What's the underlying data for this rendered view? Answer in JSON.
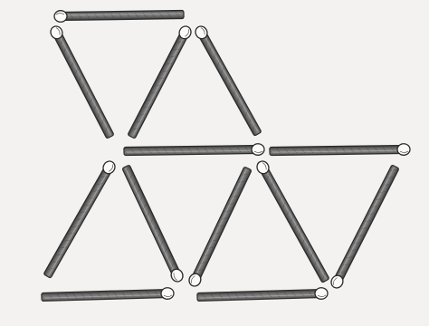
{
  "puzzle": {
    "description_icon": "matchstick-icon",
    "matchsticks": [
      {
        "id": "top-horizontal",
        "head": "left"
      },
      {
        "id": "upper-left-diagonal",
        "head": "top"
      },
      {
        "id": "upper-middle-diagonal",
        "head": "top"
      },
      {
        "id": "upper-right-diagonal",
        "head": "top"
      },
      {
        "id": "middle-horizontal-left",
        "head": "right"
      },
      {
        "id": "middle-horizontal-right",
        "head": "right"
      },
      {
        "id": "lower-left-outer-diagonal",
        "head": "top"
      },
      {
        "id": "lower-left-inner-diagonal",
        "head": "bottom"
      },
      {
        "id": "lower-middle-diagonal",
        "head": "bottom"
      },
      {
        "id": "lower-right-inner-diagonal",
        "head": "top"
      },
      {
        "id": "lower-right-outer-diagonal",
        "head": "bottom"
      },
      {
        "id": "bottom-horizontal-left",
        "head": "right"
      },
      {
        "id": "bottom-horizontal-right",
        "head": "right"
      }
    ],
    "colors": {
      "background": "#f3f2f0",
      "stick_fill": "#7a7a7a",
      "stick_dark": "#3c3c3c",
      "stick_outline": "#2a2a2a",
      "head_fill": "#fbfaf7"
    }
  }
}
